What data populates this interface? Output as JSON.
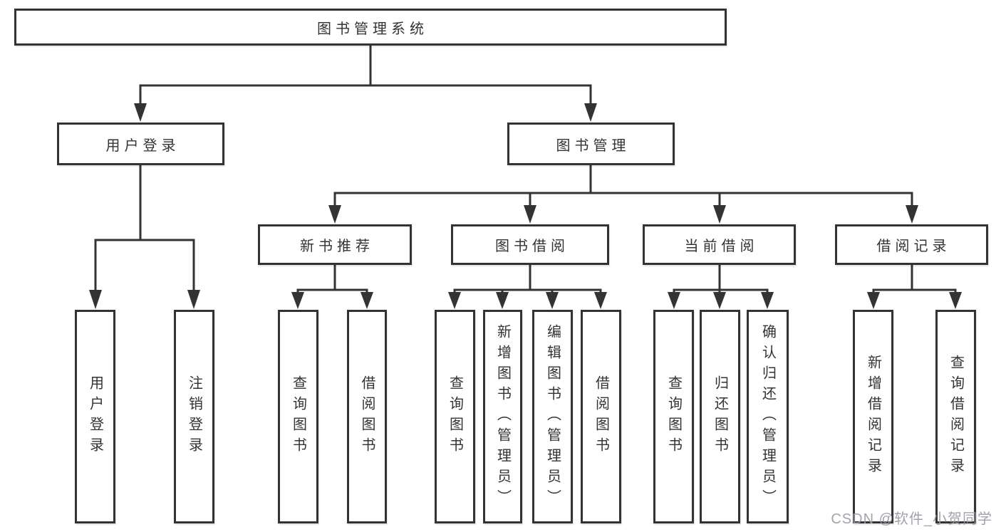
{
  "diagram": {
    "root_label": "图书管理系统",
    "user_branch": {
      "label": "用户登录",
      "children": [
        "用户登录",
        "注销登录"
      ]
    },
    "mgmt_branch": {
      "label": "图书管理",
      "groups": [
        {
          "label": "新书推荐",
          "children": [
            "查询图书",
            "借阅图书"
          ]
        },
        {
          "label": "图书借阅",
          "children": [
            "查询图书",
            "新增图书（管理员）",
            "编辑图书（管理员）",
            "借阅图书"
          ]
        },
        {
          "label": "当前借阅",
          "children": [
            "查询图书",
            "归还图书",
            "确认归还（管理员）"
          ]
        },
        {
          "label": "借阅记录",
          "children": [
            "新增借阅记录",
            "查询借阅记录"
          ]
        }
      ]
    },
    "watermark": "CSDN @软件_小贺同学",
    "colors": {
      "line": "#333333",
      "text": "#333333",
      "box_background": "#ffffff",
      "watermark": "#9b9ba3",
      "background": "#ffffff"
    }
  }
}
